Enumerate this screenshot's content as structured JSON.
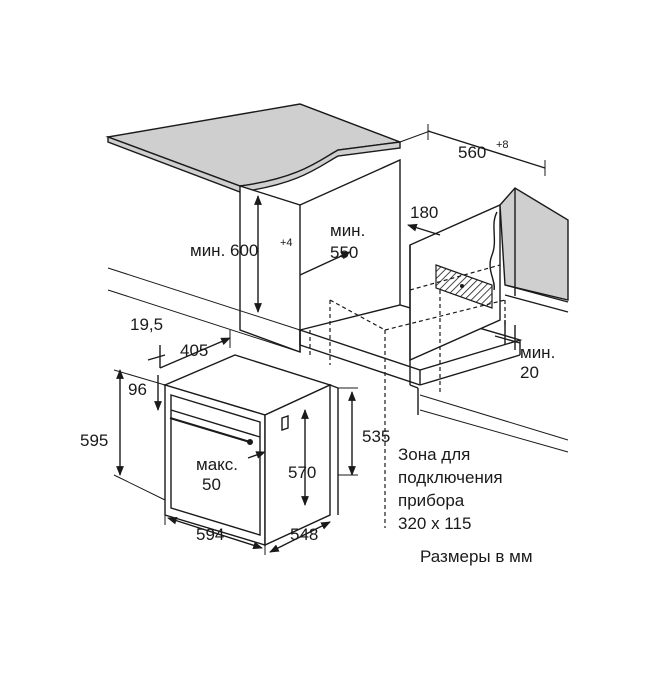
{
  "dimensions": {
    "worktop_depth": "560",
    "worktop_depth_tolerance": "+8",
    "niche_height": "мин. 600",
    "niche_height_tolerance": "+4",
    "niche_depth": "мин.\n550",
    "niche_depth_line1": "мин.",
    "niche_depth_line2": "550",
    "cable_offset": "180",
    "rear_gap_line1": "мин.",
    "rear_gap_line2": "20",
    "panel_thickness": "19,5",
    "panel_depth": "405",
    "top_offset": "96",
    "total_height": "595",
    "body_height": "535",
    "inner_height": "570",
    "max_gap_line1": "макс.",
    "max_gap_line2": "50",
    "total_width": "594",
    "total_depth": "548"
  },
  "notes": {
    "connection_zone_line1": "Зона для",
    "connection_zone_line2": "подключения",
    "connection_zone_line3": "прибора",
    "connection_zone_line4": "320 x 115",
    "units": "Размеры в мм"
  }
}
